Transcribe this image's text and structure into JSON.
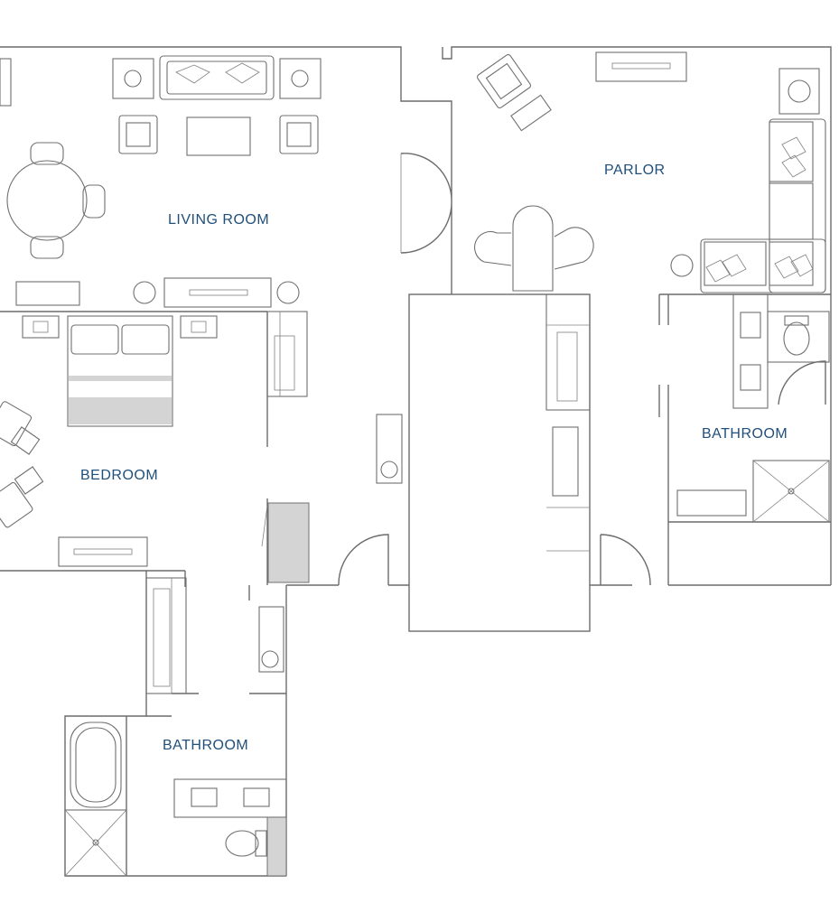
{
  "rooms": {
    "living_room": "LIVING ROOM",
    "parlor": "PARLOR",
    "bedroom": "BEDROOM",
    "bathroom_right": "BATHROOM",
    "bathroom_bottom": "BATHROOM"
  },
  "colors": {
    "label": "#1f4f7a",
    "line": "#6b6b6b",
    "shade": "#d4d4d4"
  }
}
